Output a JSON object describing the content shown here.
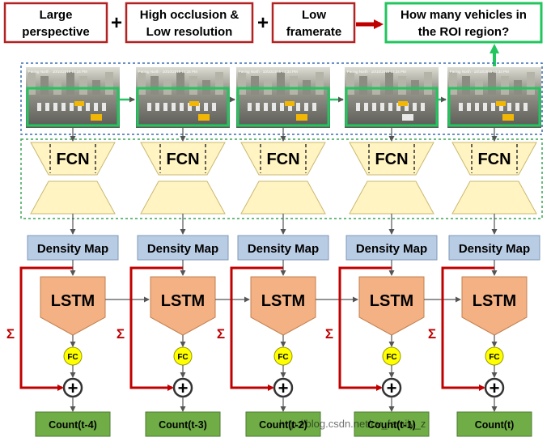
{
  "header": {
    "boxes": [
      {
        "line1": "Large",
        "line2": "perspective"
      },
      {
        "line1": "High occlusion &",
        "line2": "Low resolution"
      },
      {
        "line1": "Low",
        "line2": "framerate"
      }
    ],
    "plus": "+",
    "question": {
      "line1": "How many vehicles in",
      "line2": "the ROI region?"
    }
  },
  "columns": [
    {
      "frame_caption": "Facing North  ·  10/10/2015  12:34 PM",
      "fcn": "FCN",
      "density": "Density Map",
      "lstm": "LSTM",
      "fc": "FC",
      "count": "Count(t-4)"
    },
    {
      "frame_caption": "Facing North  ·  10/10/2015  12:34 PM",
      "fcn": "FCN",
      "density": "Density Map",
      "lstm": "LSTM",
      "fc": "FC",
      "count": "Count(t-3)"
    },
    {
      "frame_caption": "Facing North  ·  10/10/2015  12:34 PM",
      "fcn": "FCN",
      "density": "Density Map",
      "lstm": "LSTM",
      "fc": "FC",
      "count": "Count(t-2)"
    },
    {
      "frame_caption": "Facing North  ·  10/10/2015  12:34 PM",
      "fcn": "FCN",
      "density": "Density Map",
      "lstm": "LSTM",
      "fc": "FC",
      "count": "Count(t-1)"
    },
    {
      "frame_caption": "Facing North  ·  10/10/2015  12:34 PM",
      "fcn": "FCN",
      "density": "Density Map",
      "lstm": "LSTM",
      "fc": "FC",
      "count": "Count(t)"
    }
  ],
  "sum_symbol": "Σ",
  "plus_symbol": "+",
  "watermark": "http://blog.csdn.net/cv_family_z",
  "colors": {
    "red": "#c00000",
    "green": "#22c55e",
    "fcn_fill": "#fff4c2",
    "density_fill": "#b8cce4",
    "lstm_fill": "#f4b183",
    "fc_fill": "#ffff00",
    "count_fill": "#70ad47"
  }
}
